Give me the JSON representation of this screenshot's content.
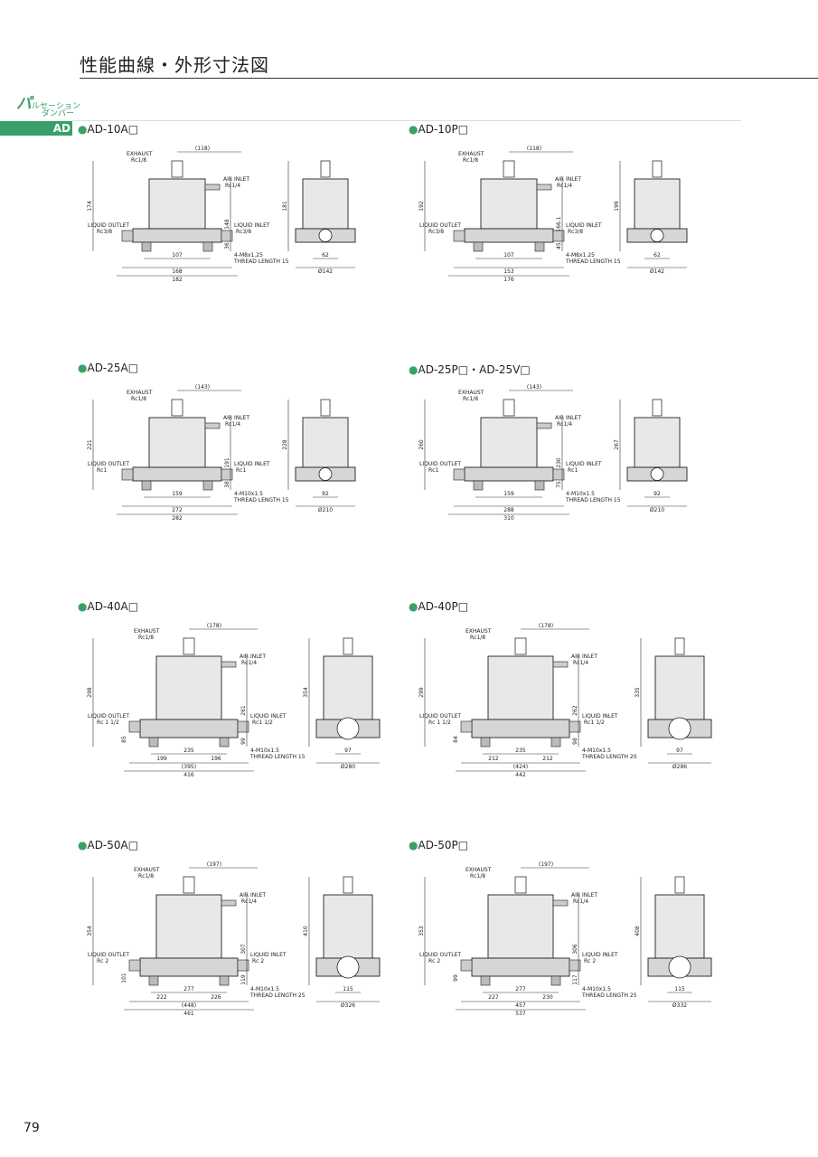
{
  "page_title": "性能曲線・外形寸法図",
  "side": {
    "brand_big": "パ",
    "brand_rest": "ルセーション",
    "brand_line2": "ダンパー",
    "tab": "AD"
  },
  "page_number": "79",
  "sections": [
    {
      "title": "AD-10A□",
      "labels": {
        "exhaust": "EXHAUST",
        "exhaust_size": "Rc1/8",
        "air": "AIR INLET",
        "air_size": "Rc1/4",
        "lout": "LIQUID OUTLET",
        "lout_size": "Rc3/8",
        "lin": "LIQUID INLET",
        "lin_size": "Rc3/8",
        "bolt": "4-M8x1.25",
        "thread": "THREAD LENGTH 15"
      },
      "dims": {
        "top": "(118)",
        "h1": "174",
        "h2": "148",
        "h3": "36",
        "w1": "107",
        "w2": "168",
        "w3": "182",
        "side_h": "181",
        "side_w1": "62",
        "side_w2": "Ø142"
      }
    },
    {
      "title": "AD-10P□",
      "labels": {
        "exhaust": "EXHAUST",
        "exhaust_size": "Rc1/8",
        "air": "AIR INLET",
        "air_size": "Rc1/4",
        "lout": "LIQUID OUTLET",
        "lout_size": "Rc3/8",
        "lin": "LIQUID INLET",
        "lin_size": "Rc3/8",
        "bolt": "4-M8x1.25",
        "thread": "THREAD LENGTH 15"
      },
      "dims": {
        "top": "(118)",
        "h1": "192",
        "h2": "166.1",
        "h3": "45",
        "w1": "107",
        "w2": "153",
        "w3": "176",
        "side_h": "199",
        "side_w1": "62",
        "side_w2": "Ø142"
      }
    },
    {
      "title": "AD-25A□",
      "labels": {
        "exhaust": "EXHAUST",
        "exhaust_size": "Rc1/8",
        "air": "AIR INLET",
        "air_size": "Rc1/4",
        "lout": "LIQUID OUTLET",
        "lout_size": "Rc1",
        "lin": "LIQUID INLET",
        "lin_size": "Rc1",
        "bolt": "4-M10x1.5",
        "thread": "THREAD LENGTH 15"
      },
      "dims": {
        "top": "(143)",
        "h1": "221",
        "h2": "191",
        "h3": "38",
        "w1": "159",
        "w2": "272",
        "w3": "282",
        "side_h": "228",
        "side_w1": "92",
        "side_w2": "Ø210"
      }
    },
    {
      "title": "AD-25P□・AD-25V□",
      "labels": {
        "exhaust": "EXHAUST",
        "exhaust_size": "Rc1/8",
        "air": "AIR INLET",
        "air_size": "Rc1/4",
        "lout": "LIQUID OUTLET",
        "lout_size": "Rc1",
        "lin": "LIQUID INLET",
        "lin_size": "Rc1",
        "bolt": "4-M10x1.5",
        "thread": "THREAD LENGTH 15"
      },
      "dims": {
        "top": "(143)",
        "h1": "260",
        "h2": "230",
        "h3": "75",
        "w1": "159",
        "w2": "288",
        "w3": "310",
        "side_h": "267",
        "side_w1": "92",
        "side_w2": "Ø210"
      }
    },
    {
      "title": "AD-40A□",
      "labels": {
        "exhaust": "EXHAUST",
        "exhaust_size": "Rc1/8",
        "air": "AIR INLET",
        "air_size": "Rc1/4",
        "lout": "LIQUID OUTLET",
        "lout_size": "Rc 1 1/2",
        "lin": "LIQUID INLET",
        "lin_size": "Rc1 1/2",
        "bolt": "4-M10x1.5",
        "thread": "THREAD LENGTH 15"
      },
      "dims": {
        "top": "(178)",
        "h1": "298",
        "h2": "261",
        "h3": "99",
        "h4": "85",
        "w1": "235",
        "wl": "199",
        "wr": "196",
        "w2": "(395)",
        "w3": "416",
        "side_h": "354",
        "side_w1": "97",
        "side_w2": "Ø280"
      }
    },
    {
      "title": "AD-40P□",
      "labels": {
        "exhaust": "EXHAUST",
        "exhaust_size": "Rc1/8",
        "air": "AIR INLET",
        "air_size": "Rc1/4",
        "lout": "LIQUID OUTLET",
        "lout_size": "Rc 1 1/2",
        "lin": "LIQUID INLET",
        "lin_size": "Rc1 1/2",
        "bolt": "4-M10x1.5",
        "thread": "THREAD LENGTH 20"
      },
      "dims": {
        "top": "(178)",
        "h1": "299",
        "h2": "262",
        "h3": "98",
        "h4": "84",
        "w1": "235",
        "wl": "212",
        "wr": "212",
        "w2": "(424)",
        "w3": "442",
        "side_h": "335",
        "side_w1": "97",
        "side_w2": "Ø286"
      }
    },
    {
      "title": "AD-50A□",
      "labels": {
        "exhaust": "EXHAUST",
        "exhaust_size": "Rc1/8",
        "air": "AIR INLET",
        "air_size": "Rc1/4",
        "lout": "LIQUID OUTLET",
        "lout_size": "Rc 2",
        "lin": "LIQUID INLET",
        "lin_size": "Rc 2",
        "bolt": "4-M10x1.5",
        "thread": "THREAD LENGTH 25"
      },
      "dims": {
        "top": "(197)",
        "h1": "354",
        "h2": "307",
        "h3": "119",
        "h4": "101",
        "w1": "277",
        "wl": "222",
        "wr": "226",
        "w2": "(448)",
        "w3": "461",
        "side_h": "410",
        "side_w1": "115",
        "side_w2": "Ø326"
      }
    },
    {
      "title": "AD-50P□",
      "labels": {
        "exhaust": "EXHAUST",
        "exhaust_size": "Rc1/8",
        "air": "AIR INLET",
        "air_size": "Rc1/4",
        "lout": "LIQUID OUTLET",
        "lout_size": "Rc 2",
        "lin": "LIQUID INLET",
        "lin_size": "Rc 2",
        "bolt": "4-M10x1.5",
        "thread": "THREAD LENGTH 25"
      },
      "dims": {
        "top": "(197)",
        "h1": "353",
        "h2": "306",
        "h3": "117",
        "h4": "99",
        "w1": "277",
        "wl": "227",
        "wr": "230",
        "w2": "457",
        "w3": "537",
        "side_h": "408",
        "side_w1": "115",
        "side_w2": "Ø332"
      }
    }
  ]
}
